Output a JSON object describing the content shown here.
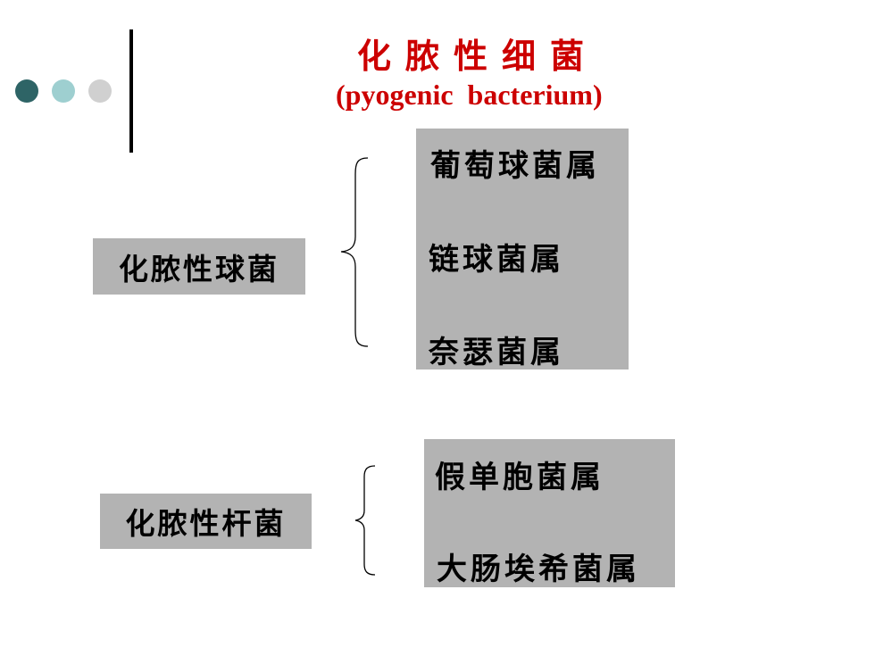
{
  "title": {
    "chinese": "化脓性细菌",
    "english": "(pyogenic  bacterium)"
  },
  "groups": [
    {
      "label": "化脓性球菌",
      "members": [
        "葡萄球菌属",
        "链球菌属",
        "奈瑟菌属"
      ]
    },
    {
      "label": "化脓性杆菌",
      "members": [
        "假单胞菌属",
        "大肠埃希菌属"
      ]
    }
  ],
  "decoration": {
    "dot_colors": [
      "#2e6466",
      "#9ecfd0",
      "#d0d0d0"
    ],
    "box_color": "#b3b3b3",
    "title_color": "#cc0000"
  }
}
